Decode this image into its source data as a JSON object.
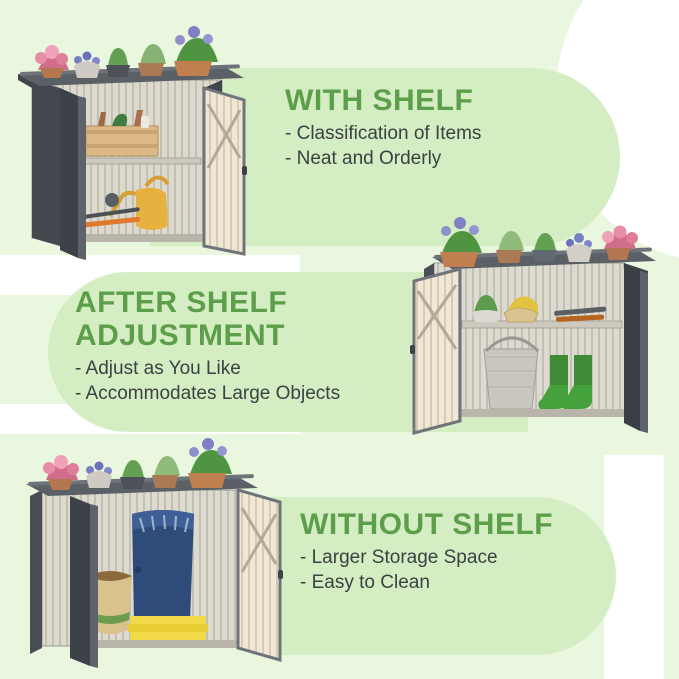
{
  "background": {
    "page_color": "#e8f7de",
    "panel_color": "#d4edc3",
    "white_curve_color": "#ffffff"
  },
  "theme": {
    "heading_color": "#5d9e4b",
    "bullet_color": "#3c4142",
    "shed_frame_color": "#4a4f55",
    "shed_panel_color": "#d9d6cd",
    "shed_door_inner_color": "#efe8da"
  },
  "sections": [
    {
      "id": "with-shelf",
      "heading": "WITH SHELF",
      "bullets": [
        "- Classification of Items",
        "- Neat and Orderly"
      ],
      "product": {
        "name": "storage-shed-with-shelf",
        "doors": "open",
        "shelf": "upper-shelf-installed",
        "contents": [
          "wooden-crate",
          "hand-tools",
          "spray-bottle",
          "yellow-watering-can",
          "garden-tools"
        ],
        "roof_plants": [
          "pink-flowers",
          "purple-flowers",
          "green-grass-plant",
          "white-flowers",
          "blue-allium"
        ]
      }
    },
    {
      "id": "after-shelf-adjustment",
      "heading": "AFTER SHELF\nADJUSTMENT",
      "bullets": [
        "- Adjust as You Like",
        "- Accommodates Large Objects"
      ],
      "product": {
        "name": "storage-shed-adjusted-shelf",
        "doors": "open",
        "shelf": "shelf-raised",
        "contents": [
          "potted-plant",
          "woven-basket",
          "hand-tools",
          "galvanized-bucket",
          "green-rubber-boots"
        ],
        "roof_plants": [
          "blue-allium",
          "white-flowers",
          "green-plant",
          "purple-flowers",
          "pink-flowers"
        ]
      }
    },
    {
      "id": "without-shelf",
      "heading": "WITHOUT SHELF",
      "bullets": [
        "- Larger Storage Space",
        "- Easy to Clean"
      ],
      "product": {
        "name": "storage-shed-without-shelf",
        "doors": "open",
        "shelf": "no-shelf",
        "contents": [
          "blue-barrel-bin",
          "burlap-soil-sack",
          "yellow-folded-tarp"
        ],
        "roof_plants": [
          "pink-flowers",
          "purple-flowers",
          "green-grass-plant",
          "white-flowers",
          "blue-allium"
        ]
      }
    }
  ]
}
